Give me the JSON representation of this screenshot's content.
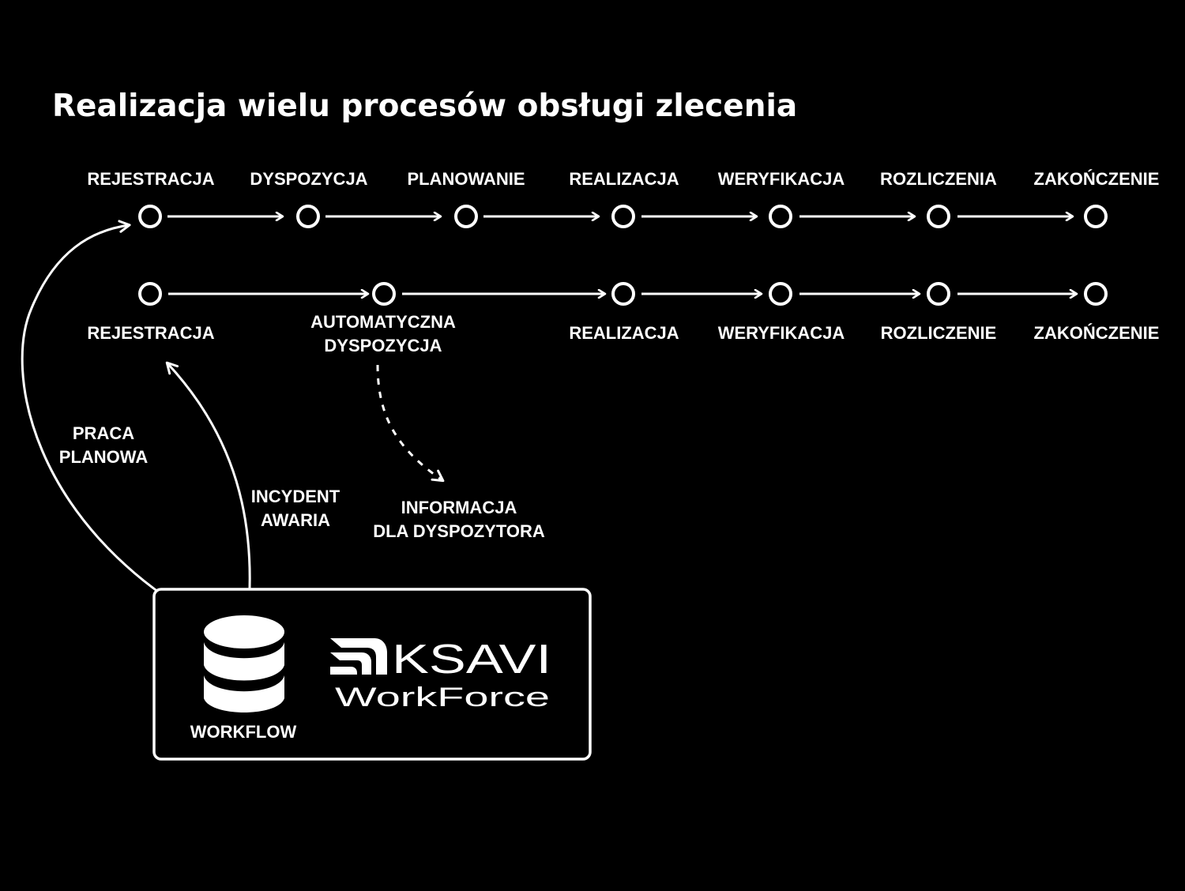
{
  "title": "Realizacja wielu procesów obsługi zlecenia",
  "process_top": {
    "steps": [
      "REJESTRACJA",
      "DYSPOZYCJA",
      "PLANOWANIE",
      "REALIZACJA",
      "WERYFIKACJA",
      "ROZLICZENIA",
      "ZAKOŃCZENIE"
    ]
  },
  "process_bottom": {
    "steps": [
      "REJESTRACJA",
      "AUTOMATYCZNA\nDYSPOZYCJA",
      "REALIZACJA",
      "WERYFIKACJA",
      "ROZLICZENIE",
      "ZAKOŃCZENIE"
    ]
  },
  "flows": {
    "planned": "PRACA\nPLANOWA",
    "incident": "INCYDENT\nAWARIA",
    "dispatcher_info": "INFORMACJA\nDLA DYSPOZYTORA"
  },
  "workflow_box": {
    "label": "WORKFLOW",
    "logo_top": "KSAVI",
    "logo_bottom": "WorkForce"
  },
  "colors": {
    "background": "#000000",
    "foreground": "#ffffff"
  },
  "icons": [
    "database-icon",
    "ksavi-logo"
  ]
}
